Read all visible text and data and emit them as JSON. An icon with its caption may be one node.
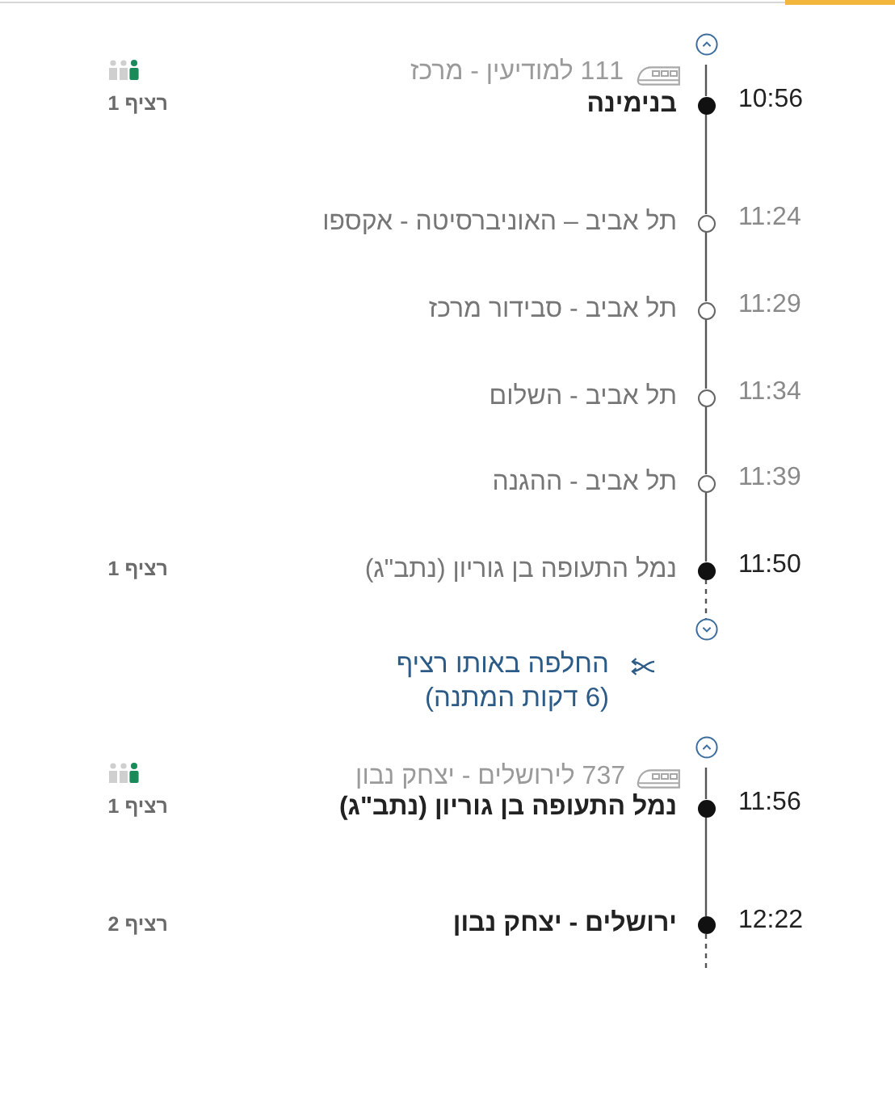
{
  "diagram": {
    "nodes": [
      {
        "text": [],
        "shape": "dot",
        "beside": [
          "10:56",
          "בנימינה"
        ]
      },
      {
        "text": [],
        "shape": "circle",
        "beside": [
          "11:24",
          "תל אביב – האוניברסיטה - אקספו"
        ]
      },
      {
        "text": [],
        "shape": "circle",
        "beside": [
          "11:29",
          "תל אביב - סבידור מרכז"
        ]
      },
      {
        "text": [],
        "shape": "circle",
        "beside": [
          "11:34",
          "תל אביב - השלום"
        ]
      },
      {
        "text": [],
        "shape": "circle",
        "beside": [
          "11:39",
          "תל אביב - ההגנה"
        ]
      },
      {
        "text": [],
        "shape": "dot",
        "beside": [
          "11:50",
          "נמל התעופה בן גוריון (נתב\"ג)"
        ]
      },
      {
        "text": [],
        "shape": "dot",
        "beside": [
          "11:56",
          "נמל התעופה בן גוריון (נתב\"ג)"
        ]
      },
      {
        "text": [],
        "shape": "dot",
        "beside": [
          "12:22",
          "ירושלים - יצחק נבון"
        ]
      }
    ],
    "edges": [
      {
        "from": null,
        "to": 0,
        "arrow": "none"
      },
      {
        "from": 0,
        "to": 1,
        "arrow": "none"
      },
      {
        "from": 1,
        "to": 2,
        "arrow": "none"
      },
      {
        "from": 2,
        "to": 3,
        "arrow": "none"
      },
      {
        "from": 3,
        "to": 4,
        "arrow": "none"
      },
      {
        "from": 4,
        "to": 5,
        "arrow": "none"
      },
      {
        "from": 5,
        "to": null,
        "arrow": "none",
        "style": "dashed"
      },
      {
        "from": null,
        "to": 6,
        "arrow": "none"
      },
      {
        "from": 6,
        "to": 7,
        "arrow": "none"
      },
      {
        "from": 7,
        "to": null,
        "arrow": "none",
        "style": "dashed"
      }
    ],
    "labels": [
      "111 למודיעין - מרכז",
      "רציף 1",
      "רציף 1",
      "החלפה באותו רציף",
      "(6 דקות המתנה)",
      "737 לירושלים - יצחק נבון",
      "רציף 1",
      "רציף 2"
    ]
  }
}
